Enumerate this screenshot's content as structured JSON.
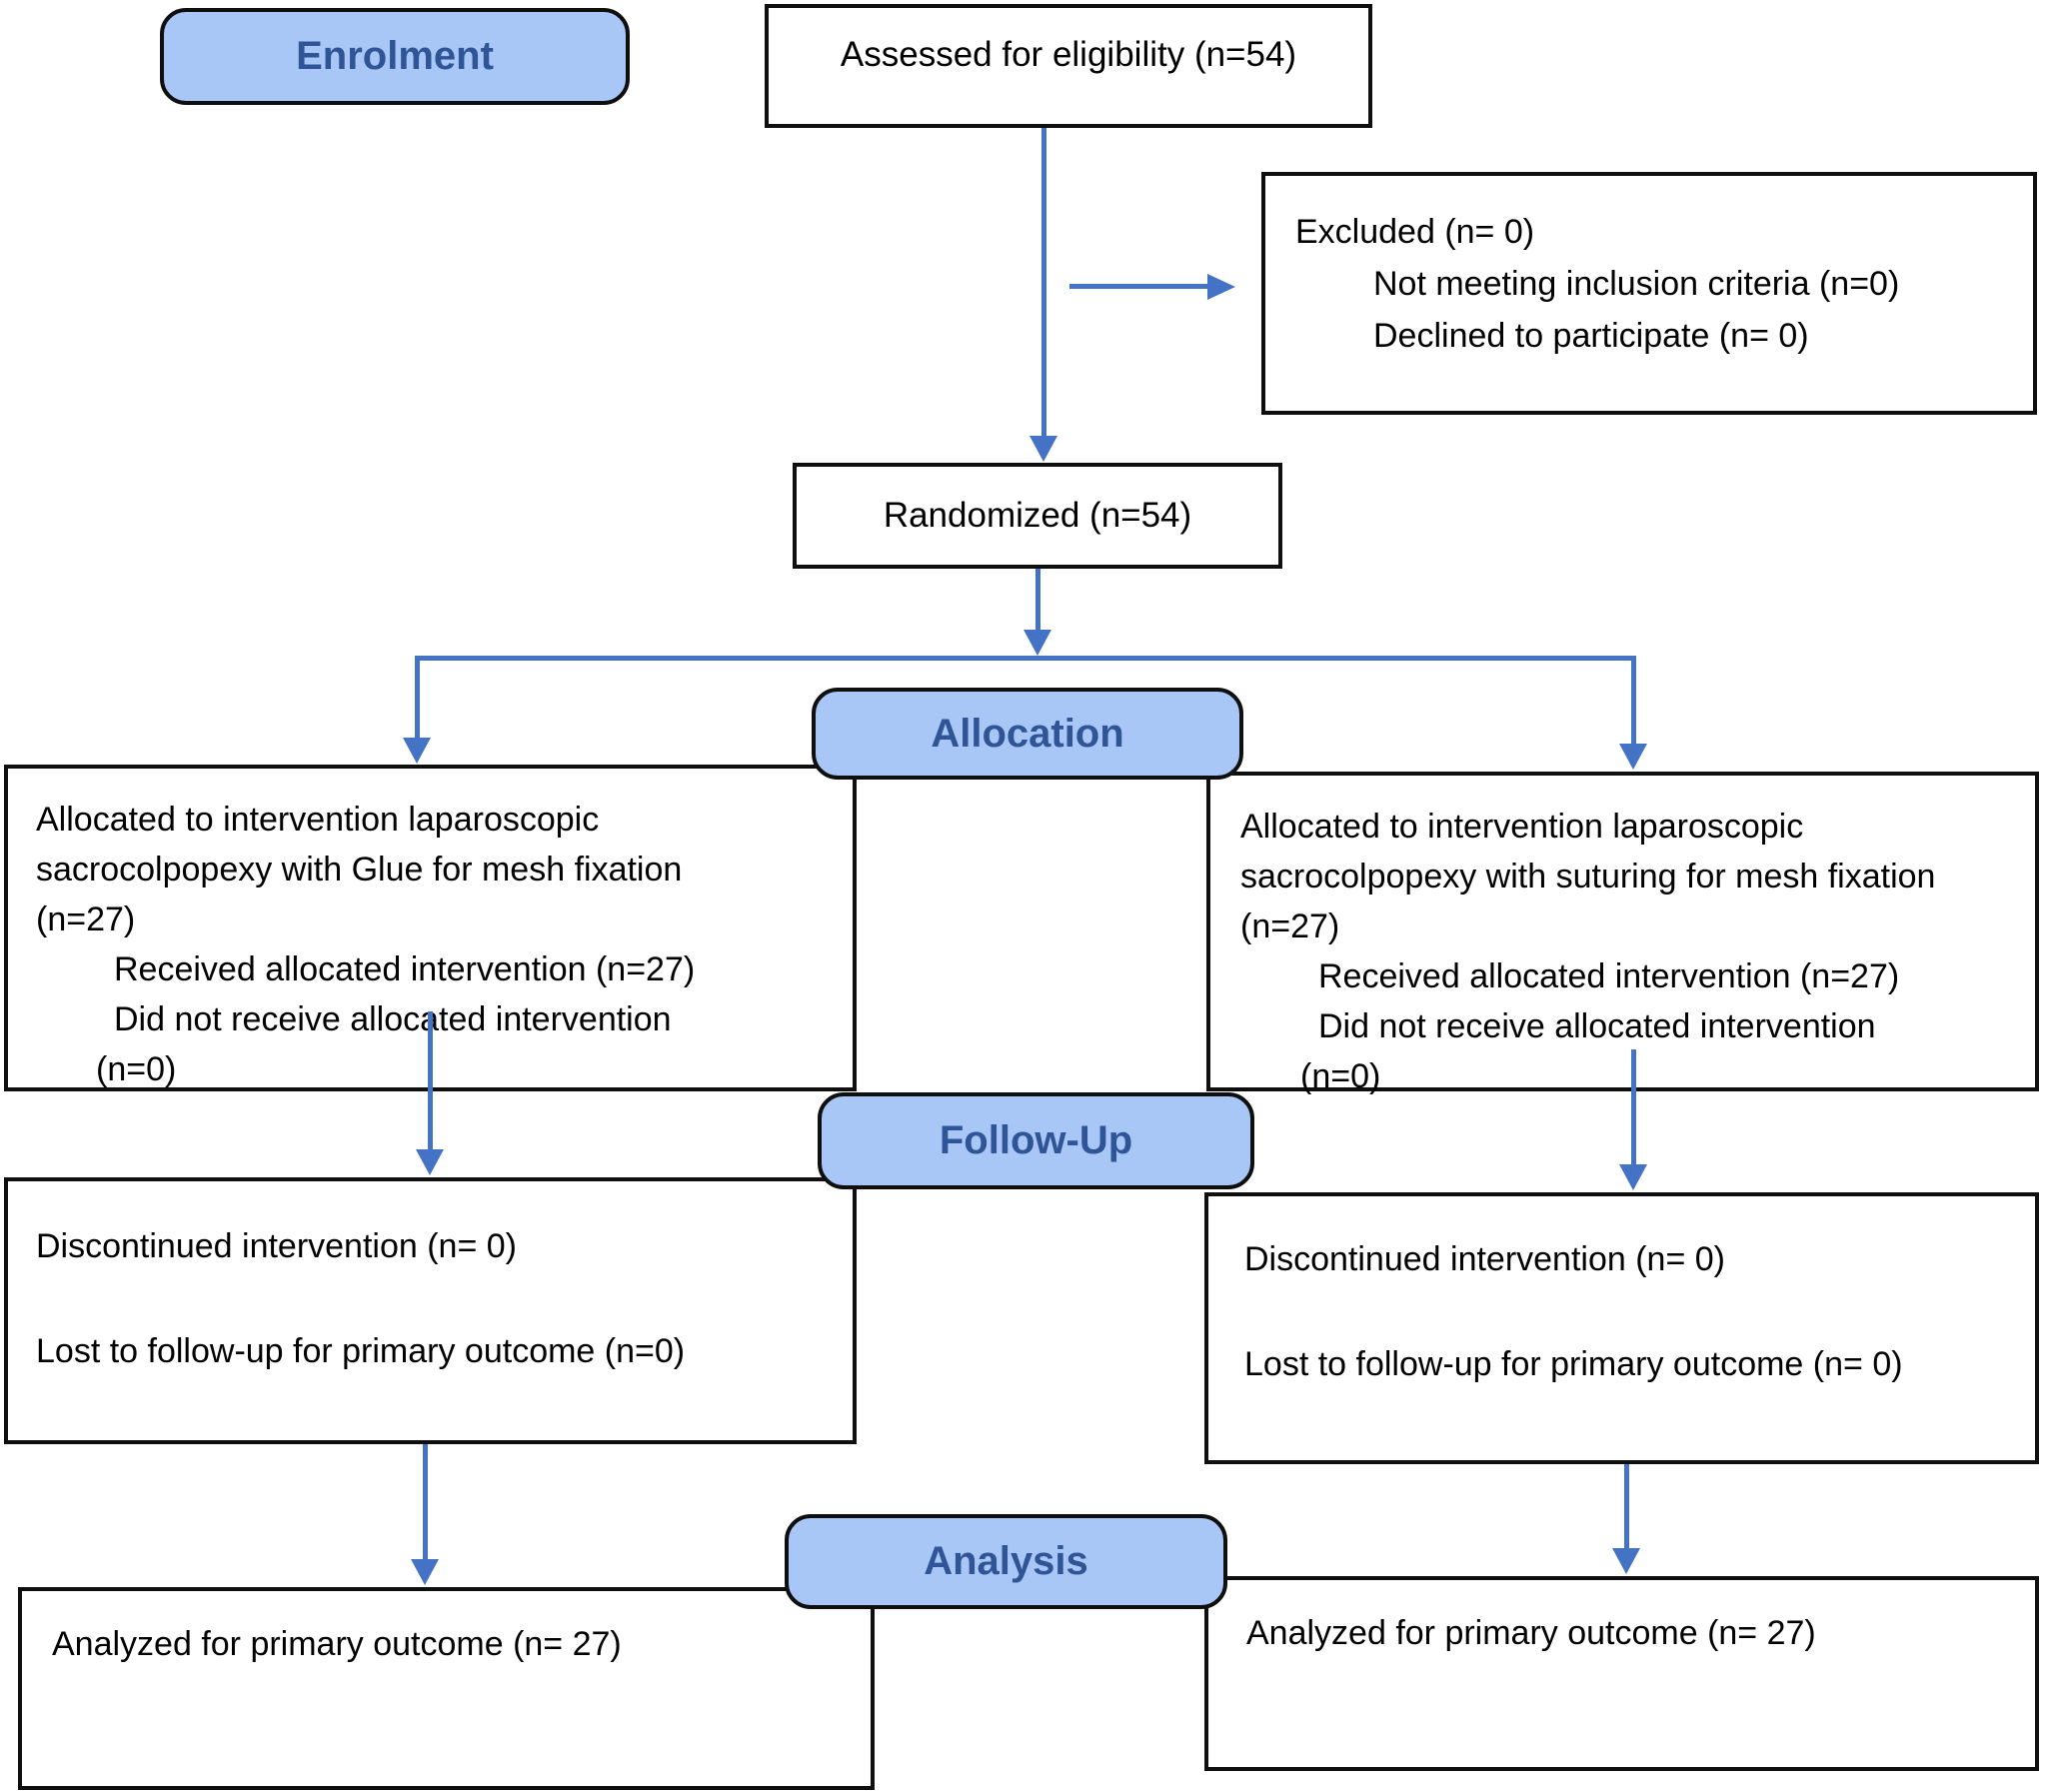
{
  "stages": {
    "enrolment_label": "Enrolment",
    "allocation_label": "Allocation",
    "followup_label": "Follow-Up",
    "analysis_label": "Analysis"
  },
  "boxes": {
    "assessed": {
      "text": "Assessed for eligibility (n=54)"
    },
    "excluded": {
      "lines": [
        "Excluded (n= 0)",
        "Not meeting inclusion criteria (n=0)",
        "Declined to participate (n= 0)"
      ]
    },
    "randomized": {
      "text": "Randomized (n=54)"
    },
    "allocation_left": {
      "lines": [
        "Allocated to intervention laparoscopic",
        "sacrocolpopexy with Glue for mesh fixation",
        "(n=27)",
        "Received allocated intervention (n=27)",
        "Did not receive allocated intervention",
        "(n=0)"
      ]
    },
    "allocation_right": {
      "lines": [
        "Allocated to intervention laparoscopic",
        "sacrocolpopexy with suturing for mesh fixation",
        "(n=27)",
        "Received allocated intervention (n=27)",
        "Did not receive allocated intervention",
        "(n=0)"
      ]
    },
    "followup_left": {
      "lines": [
        "Discontinued intervention (n= 0)",
        "Lost to follow-up for primary outcome (n=0)"
      ]
    },
    "followup_right": {
      "lines": [
        "Discontinued intervention (n= 0)",
        "Lost to follow-up for primary outcome (n= 0)"
      ]
    },
    "analysis_left": {
      "text": "Analyzed for primary outcome (n= 27)"
    },
    "analysis_right": {
      "text": "Analyzed for primary outcome (n= 27)"
    }
  },
  "colors": {
    "stage_fill": "#A8C6F6",
    "stage_text": "#2F5597",
    "connector": "#4472C4",
    "box_border": "#0F0F0F"
  }
}
